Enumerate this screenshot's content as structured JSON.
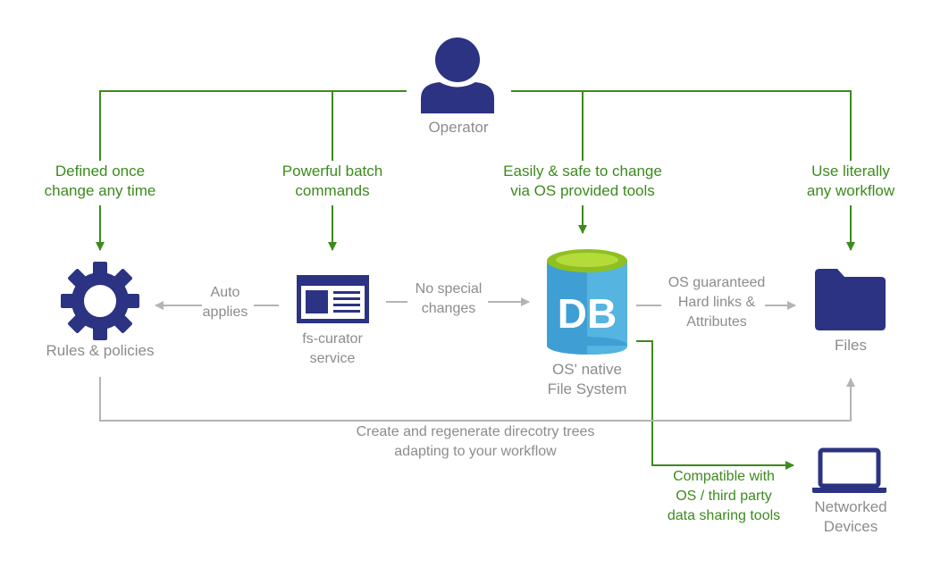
{
  "nodes": {
    "operator": "Operator",
    "rules": "Rules & policies",
    "service_line1": "fs-curator",
    "service_line2": "service",
    "fs_line1": "OS' native",
    "fs_line2": "File System",
    "db_text": "DB",
    "files": "Files",
    "devices_line1": "Networked",
    "devices_line2": "Devices"
  },
  "edges": {
    "defined_line1": "Defined once",
    "defined_line2": "change any time",
    "batch_line1": "Powerful batch",
    "batch_line2": "commands",
    "easily_line1": "Easily & safe to change",
    "easily_line2": "via OS provided tools",
    "literally_line1": "Use literally",
    "literally_line2": "any workflow",
    "auto_line1": "Auto",
    "auto_line2": "applies",
    "nospecial_line1": "No special",
    "nospecial_line2": "changes",
    "osg_line1": "OS guaranteed",
    "osg_line2": "Hard links &",
    "osg_line3": "Attributes",
    "create_line1": "Create and regenerate direcotry trees",
    "create_line2": "adapting to your workflow",
    "compat_line1": "Compatible with",
    "compat_line2": "OS / third party",
    "compat_line3": "data sharing tools"
  },
  "colors": {
    "navy": "#2b3382",
    "green": "#3d8a1e",
    "gray": "#b4b4b4",
    "db_blue": "#3f9fd4",
    "db_lime": "#a4cf2a"
  },
  "icons": {
    "operator": "user-icon",
    "rules": "gear-icon",
    "service": "browser-window-icon",
    "fs": "database-icon",
    "files": "folder-icon",
    "devices": "laptop-icon"
  }
}
